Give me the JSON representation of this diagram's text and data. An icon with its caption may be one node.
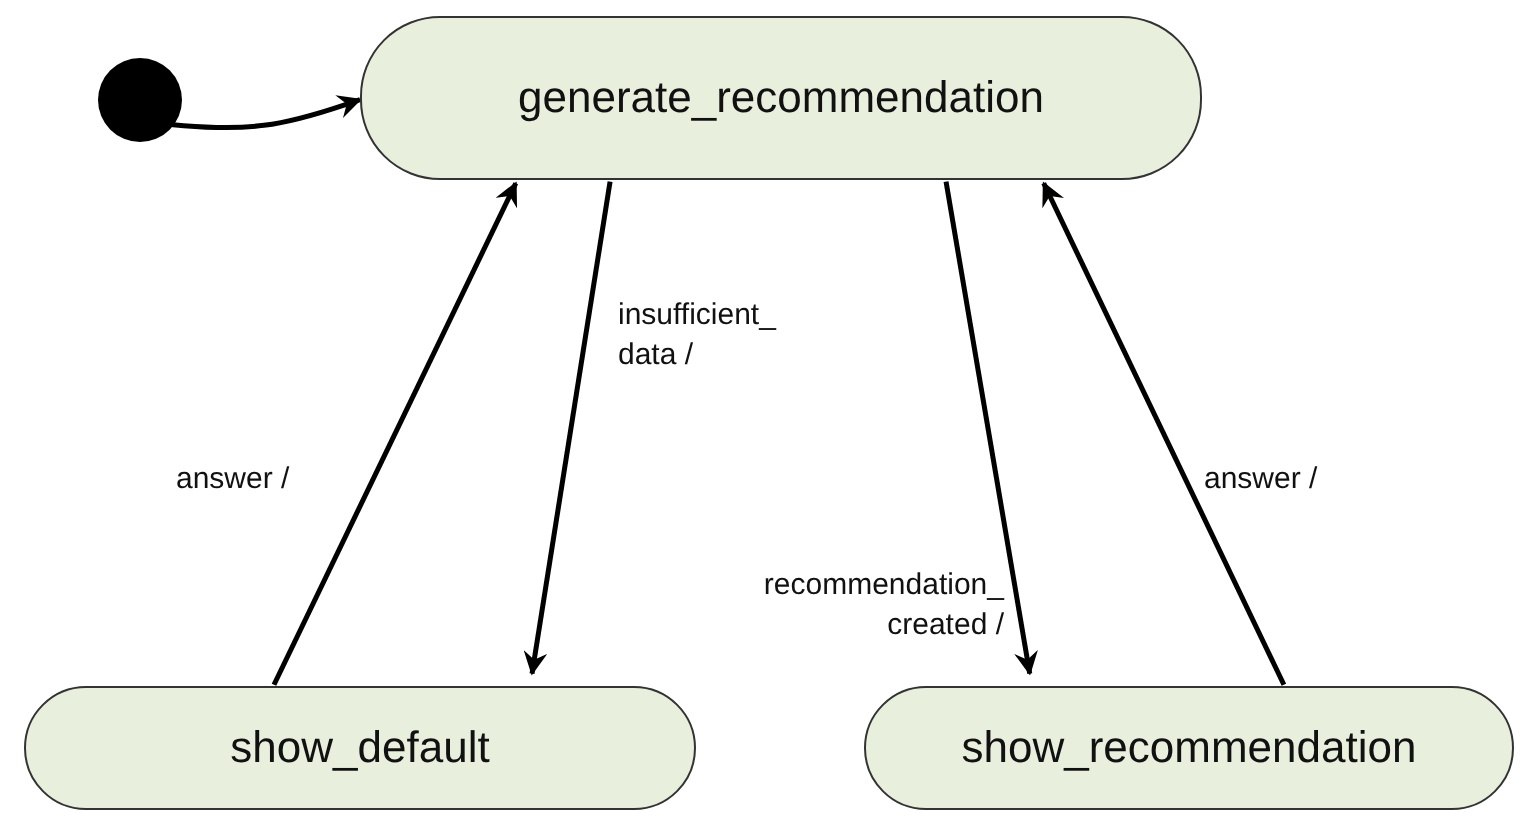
{
  "diagram": {
    "nodes": [
      {
        "text": [],
        "shape": "circle"
      },
      {
        "text": [
          "generate_recommendation"
        ]
      },
      {
        "text": [
          "show_default"
        ]
      },
      {
        "text": [
          "show_recommendation"
        ]
      }
    ],
    "edges": [
      {
        "from": 0,
        "to": 1,
        "arrow": "to"
      },
      {
        "from": 1,
        "to": 2,
        "arrow": "to",
        "label": "insufficient_ data /"
      },
      {
        "from": 2,
        "to": 1,
        "arrow": "to",
        "label": "answer /"
      },
      {
        "from": 1,
        "to": 3,
        "arrow": "to",
        "label": "recommendation_ created /"
      },
      {
        "from": 3,
        "to": 1,
        "arrow": "to",
        "label": "answer /"
      }
    ]
  }
}
